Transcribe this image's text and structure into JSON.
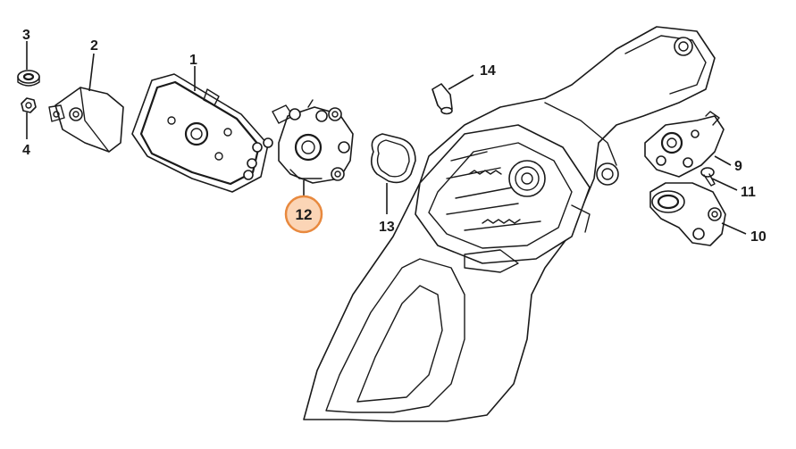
{
  "callouts": {
    "c1": "1",
    "c2": "2",
    "c3": "3",
    "c4": "4",
    "c9": "9",
    "c10": "10",
    "c11": "11",
    "c12": "12",
    "c13": "13",
    "c14": "14"
  },
  "highlight": {
    "part": "12",
    "fill_color": "#fbd5b6",
    "stroke_color": "#e8893e"
  }
}
